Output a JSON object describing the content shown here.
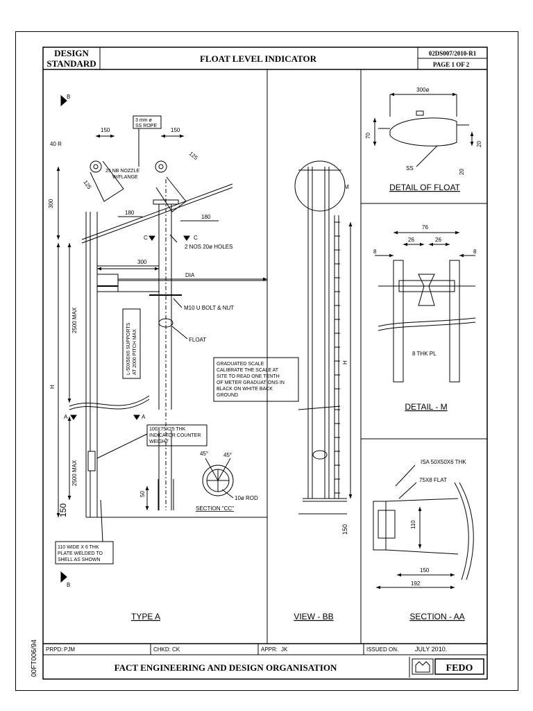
{
  "title_block": {
    "left_line1": "DESIGN",
    "left_line2": "STANDARD",
    "title": "FLOAT LEVEL INDICATOR",
    "doc_number": "02DS007/2010-R1",
    "page": "PAGE 1 OF 2",
    "side_code": "00FT006/94"
  },
  "footer": {
    "prepared_label": "PRPD:",
    "prepared_value": "PJM",
    "checked_label": "CHKD:",
    "checked_value": "CK",
    "approved_label": "APPR:",
    "approved_value": "JK",
    "issued_label": "ISSUED ON.",
    "issued_value": "JULY 2010.",
    "organisation": "FACT ENGINEERING AND DESIGN ORGANISATION",
    "logo_text": "FEDO"
  },
  "type_a": {
    "caption": "TYPE A",
    "section_mark_b": "B",
    "dim_150_left": "150",
    "dim_150_right": "150",
    "rope_note_1": "3 mm ø",
    "rope_note_2": "SS ROPE",
    "radius": "40 R",
    "nozzle_1": "25 NB NOZZLE",
    "nozzle_2": "W/FLANGE",
    "dim_125_a": "125",
    "dim_125_b": "125",
    "dim_180_a": "180",
    "dim_180_b": "180",
    "dim_300_top": "300",
    "dim_300_mid": "300",
    "section_c": "C",
    "holes": "2 NOS 20ø HOLES",
    "dia": "DIA",
    "bolt": "M10 U BOLT & NUT",
    "float": "FLOAT",
    "supports_1": "L-50X50X6 SUPPORTS",
    "supports_2": "AT 2000 PITCH MAX",
    "dim_2500_top": "2500 MAX",
    "dim_2500_bot": "2500 MAX",
    "dim_h": "H",
    "dim_150_bot": "150",
    "section_a": "A",
    "counter_1": "100X75X25 THK",
    "counter_2": "INDICATOR COUNTER",
    "counter_3": "WEIGHT",
    "dim_50": "50",
    "angle_45_a": "45°",
    "angle_45_b": "45°",
    "rod": "10ø ROD",
    "section_cc": "SECTION \"CC\"",
    "plate_1": "110 WIDE X 6 THK",
    "plate_2": "PLATE WELDED TO",
    "plate_3": "SHELL AS SHOWN",
    "scale_1": "GRADUATED SCALE",
    "scale_2": "CALIBRATE THE SCALE AT",
    "scale_3": "SITE TO READ ONE TENTH",
    "scale_4": "OF METER GRADUATIONS IN",
    "scale_5": "BLACK ON WHITE BACK",
    "scale_6": "GROUND"
  },
  "view_bb": {
    "caption": "VIEW - BB",
    "mark_m": "M",
    "dim_h": "H",
    "dim_150": "150"
  },
  "detail_float": {
    "caption": "DETAIL OF FLOAT",
    "dia": "300ø",
    "dim_70": "70",
    "dim_20_a": "20",
    "dim_20_b": "20",
    "ss": "SS"
  },
  "detail_m": {
    "caption": "DETAIL - M",
    "dim_76": "76",
    "dim_26_a": "26",
    "dim_26_b": "26",
    "dim_8_a": "8",
    "dim_8_b": "8",
    "plate": "8 THK PL"
  },
  "section_aa": {
    "caption": "SECTION - AA",
    "isa": "ISA 50X50X6 THK",
    "flat": "75X8 FLAT",
    "dim_110": "110",
    "dim_150": "150",
    "dim_192": "192"
  }
}
